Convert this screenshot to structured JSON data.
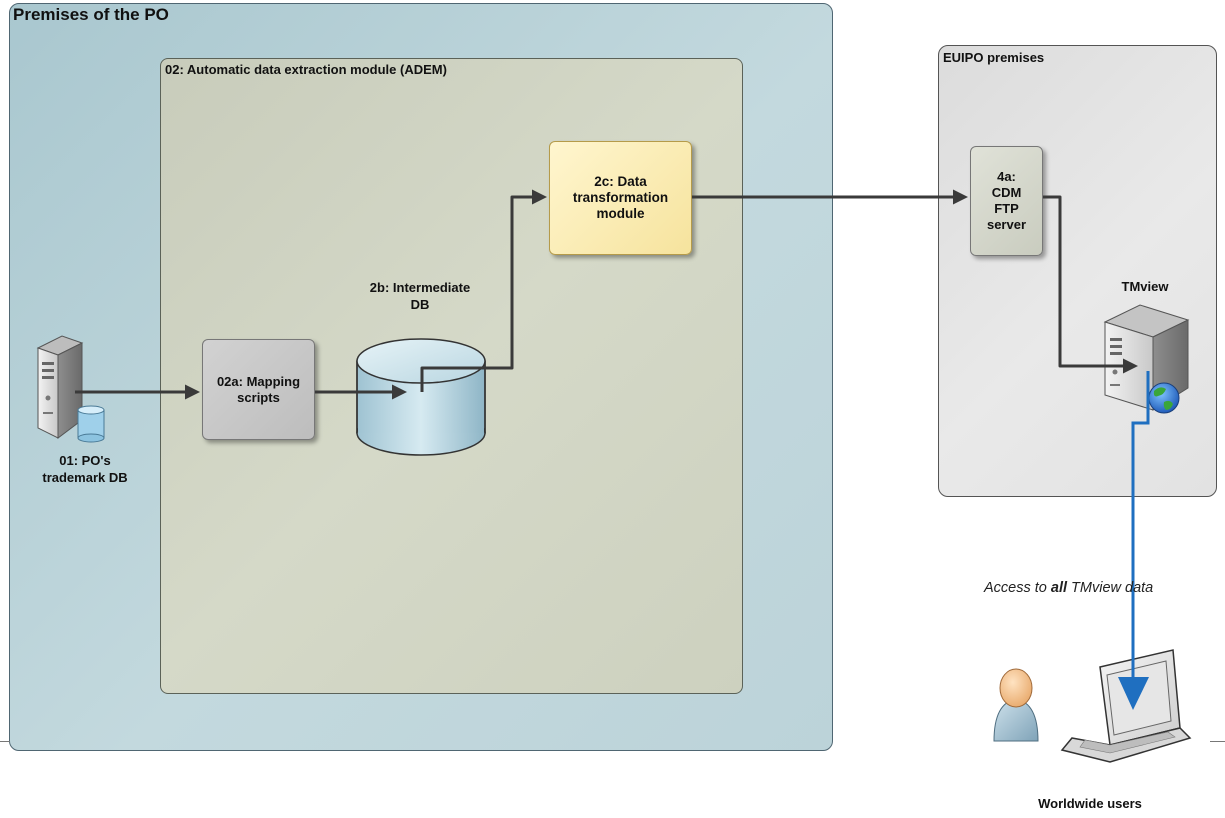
{
  "regions": {
    "po": "Premises of the PO",
    "adem": "02: Automatic data extraction module (ADEM)",
    "euipo": "EUIPO premises"
  },
  "nodes": {
    "po_db": "01: PO's\ntrademark DB",
    "mapping": "02a: Mapping\nscripts",
    "intermediate_db": "2b: Intermediate\nDB",
    "transform": "2c: Data\ntransformation\nmodule",
    "ftp": "4a:\nCDM\nFTP\nserver",
    "tmview": "TMview",
    "users": "Worldwide users"
  },
  "access_text": {
    "prefix": "Access to ",
    "bold": "all",
    "suffix": " TMview data"
  },
  "colors": {
    "arrow": "#3a3a3a",
    "access_arrow": "#1f6fc0"
  },
  "icons": [
    "server-icon",
    "database-icon",
    "cylinder-icon",
    "globe-icon",
    "user-icon",
    "laptop-icon"
  ]
}
